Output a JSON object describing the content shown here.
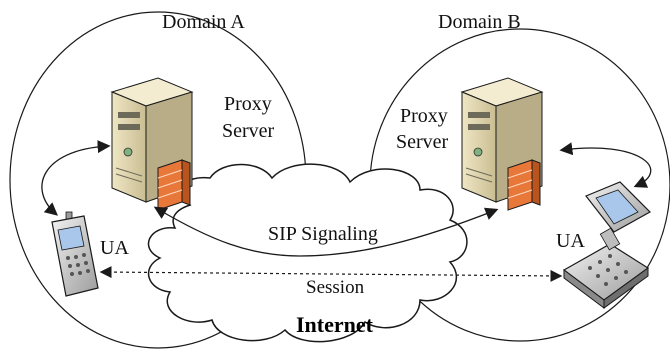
{
  "domain_a": {
    "label": "Domain A",
    "proxy_line1": "Proxy",
    "proxy_line2": "Server",
    "ua_label": "UA"
  },
  "domain_b": {
    "label": "Domain B",
    "proxy_line1": "Proxy",
    "proxy_line2": "Server",
    "ua_label": "UA"
  },
  "cloud": {
    "label": "Internet"
  },
  "links": {
    "signaling": "SIP Signaling",
    "session": "Session"
  },
  "colors": {
    "line": "#1a1a1a",
    "server_body": "#d9cfa8",
    "server_shade": "#b8ad87",
    "firewall": "#e8783a",
    "device": "#c8c8c8"
  }
}
